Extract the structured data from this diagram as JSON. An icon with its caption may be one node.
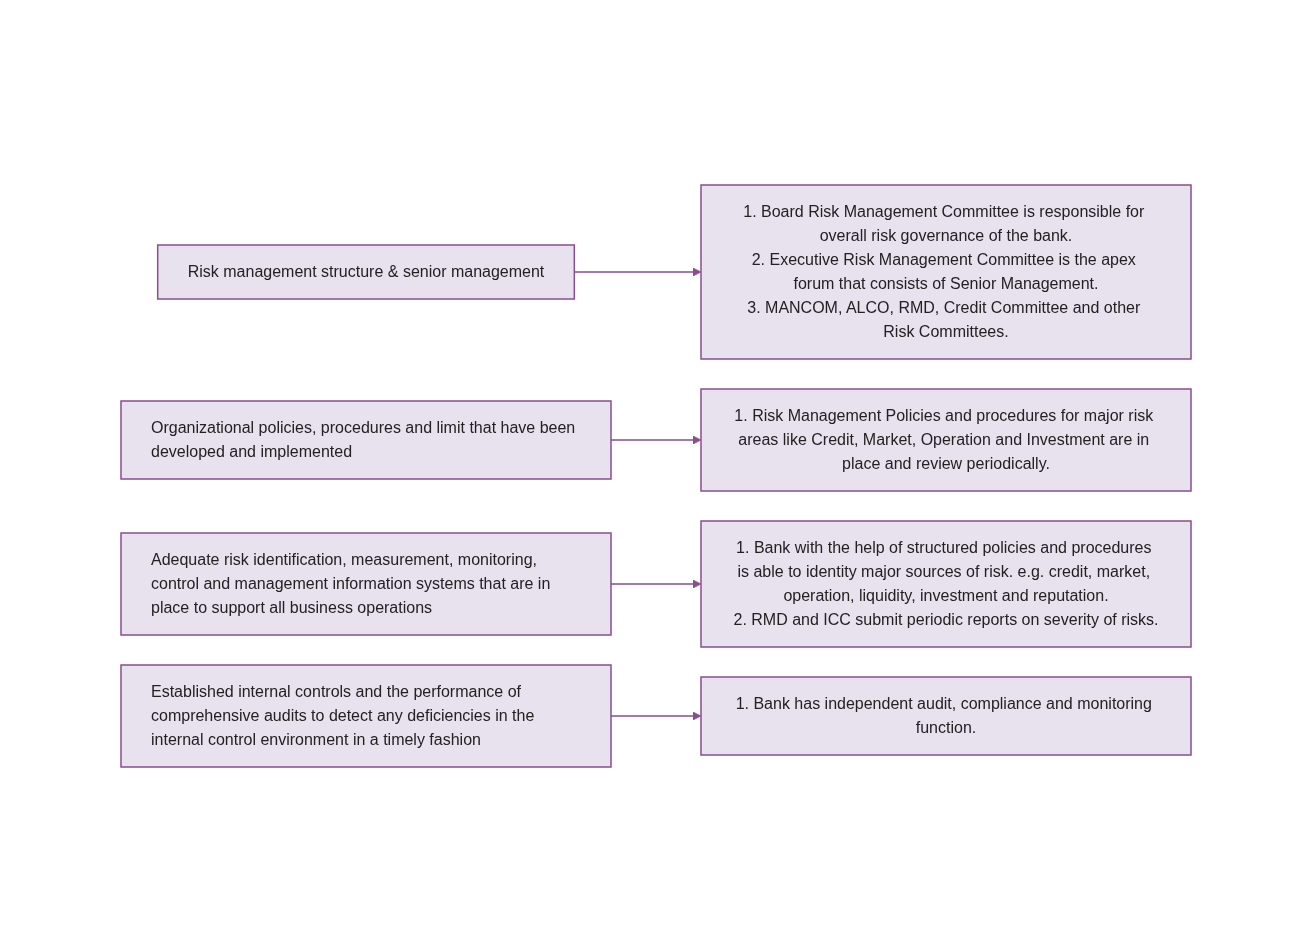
{
  "diagram": {
    "nodes": [
      {
        "text": [
          "Risk management structure & senior management"
        ]
      },
      {
        "text": [
          "1. Board Risk Management Committee is responsible for overall risk governance of the bank.",
          "2. Executive Risk Management Committee is the apex forum that consists of Senior Management.",
          "3. MANCOM, ALCO, RMD, Credit Committee and other Risk Committees."
        ]
      },
      {
        "text": [
          "Organizational policies, procedures and limit that have been developed and implemented"
        ]
      },
      {
        "text": [
          "1. Risk Management Policies and procedures for major risk areas like Credit, Market, Operation and Investment are in place and review periodically."
        ]
      },
      {
        "text": [
          "Adequate risk identification, measurement, monitoring, control and management information systems that are in place to support all business operations"
        ]
      },
      {
        "text": [
          "1. Bank with the help of structured policies and procedures is able to identity major sources of risk. e.g. credit, market, operation, liquidity, investment and reputation.",
          "2. RMD and ICC submit periodic reports on severity of risks."
        ]
      },
      {
        "text": [
          "Established internal controls and the performance of comprehensive audits to detect any deficiencies in the internal control environment in a timely fashion"
        ]
      },
      {
        "text": [
          "1. Bank has independent audit, compliance and monitoring function."
        ]
      }
    ],
    "edges": [
      {
        "from": 0,
        "to": 1,
        "arrow": "to"
      },
      {
        "from": 2,
        "to": 3,
        "arrow": "to"
      },
      {
        "from": 4,
        "to": 5,
        "arrow": "to"
      },
      {
        "from": 6,
        "to": 7,
        "arrow": "to"
      }
    ]
  }
}
